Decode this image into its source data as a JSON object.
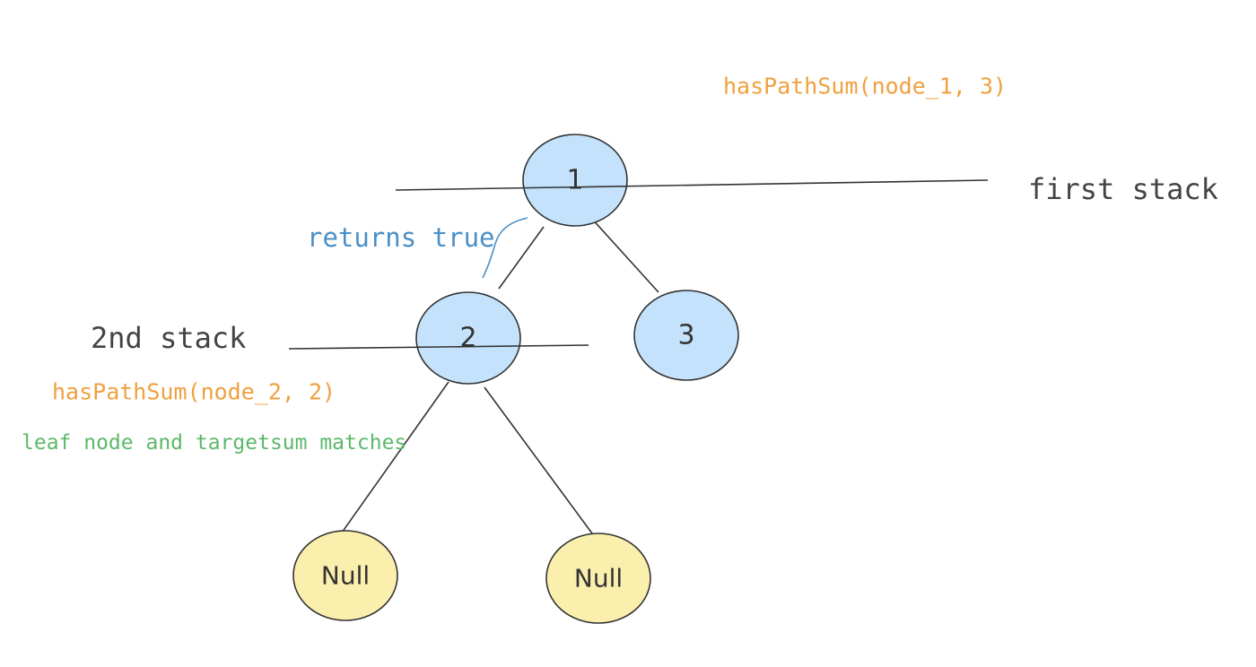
{
  "nodes": {
    "node_1": "1",
    "node_2": "2",
    "node_3": "3",
    "null_left": "Null",
    "null_right": "Null"
  },
  "annotations": {
    "call_node_1": "hasPathSum(node_1, 3)",
    "first_stack": "first stack",
    "returns_true": "returns true",
    "second_stack": "2nd stack",
    "call_node_2": "hasPathSum(node_2, 2)",
    "leaf_match": "leaf node and targetsum matches"
  },
  "colors": {
    "node_fill": "#c4e2fb",
    "null_fill": "#fbefae",
    "call_text": "#f0a040",
    "return_text": "#4a90c8",
    "leaf_text": "#5cb86a",
    "stack_text": "#444444"
  }
}
